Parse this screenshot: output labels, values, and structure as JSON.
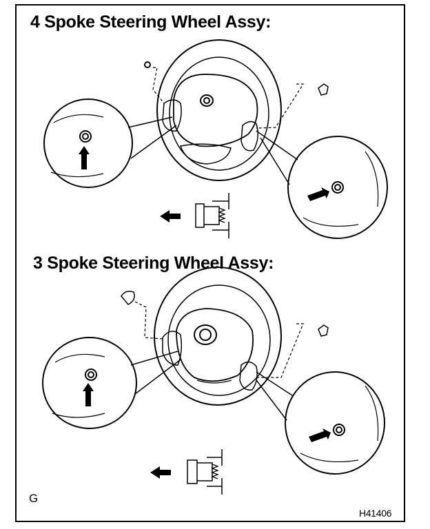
{
  "headings": {
    "four_spoke": "4 Spoke Steering Wheel Assy:",
    "three_spoke": "3 Spoke Steering Wheel Assy:"
  },
  "corner_letter": "G",
  "figure_code": "H41406",
  "icons": [
    "arrow-left-icon",
    "arrow-up-icon",
    "arrow-right-icon",
    "screw-icon",
    "clip-icon"
  ],
  "colors": {
    "ink": "#000000",
    "background": "#ffffff"
  }
}
